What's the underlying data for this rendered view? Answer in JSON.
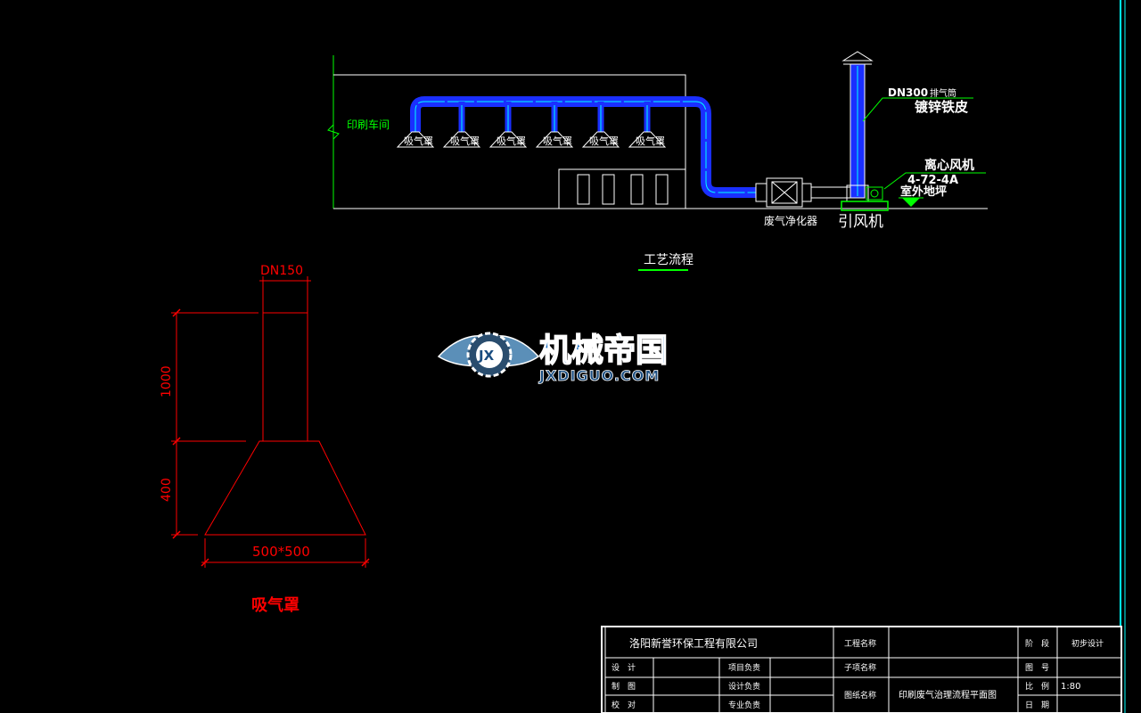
{
  "process": {
    "workshop_label": "印刷车间",
    "hood_label": "吸气罩",
    "hood_count": 6,
    "purifier_label": "废气净化器",
    "fan_label": "引风机",
    "stack_size": "DN300",
    "stack_name": "排气筒",
    "stack_material": "镀锌铁皮",
    "centrifugal_fan": "离心风机",
    "fan_model": "4-72-4A",
    "outdoor_ground": "室外地坪",
    "caption": "工艺流程"
  },
  "hood_detail": {
    "pipe_size": "DN150",
    "height_upper": "1000",
    "height_lower": "400",
    "base_size": "500*500",
    "title": "吸气罩"
  },
  "watermark": {
    "cn": "机械帝国",
    "en": "JXDIGUO.COM",
    "emblem": "JX"
  },
  "title_block": {
    "company": "洛阳新誉环保工程有限公司",
    "project_name_label": "工程名称",
    "project_name_value": "",
    "stage_label": "阶　段",
    "stage_value": "初步设计",
    "sub_item_label": "子项名称",
    "sub_item_value": "",
    "drawing_no_label": "图　号",
    "drawing_no_value": "",
    "drawing_name_label": "图纸名称",
    "drawing_name_value": "印刷废气治理流程平面图",
    "scale_label": "比　例",
    "scale_value": "1:80",
    "date_label": "日　期",
    "date_value": "",
    "design_label": "设　计",
    "draw_label": "制　图",
    "check_label": "校　对",
    "project_lead_label": "项目负责",
    "design_lead_label": "设计负责",
    "specialty_lead_label": "专业负责"
  },
  "colors": {
    "background": "#000000",
    "line_white": "#ffffff",
    "line_green": "#00ff00",
    "duct_blue": "#1a2fff",
    "duct_cyan": "#00ffff",
    "dim_red": "#ff0000",
    "frame_cyan": "#00ffff",
    "watermark_blue": "#1a6fc4"
  }
}
